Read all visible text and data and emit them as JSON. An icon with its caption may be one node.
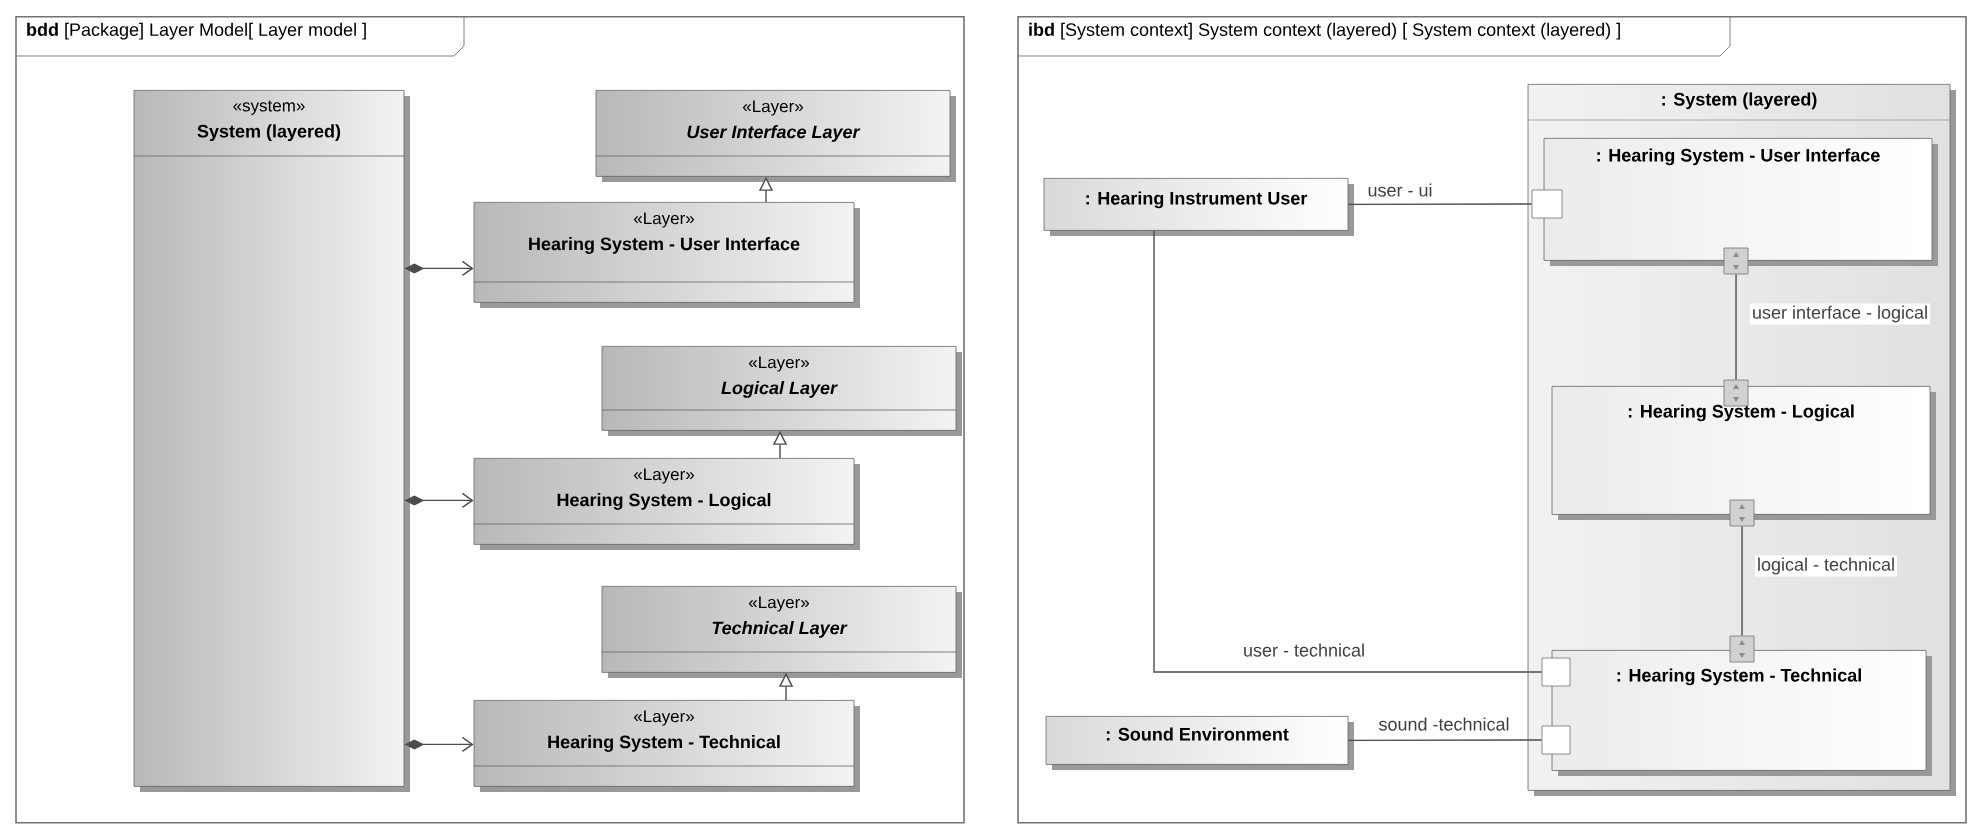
{
  "diagram": {
    "nodes": [
      {
        "text": [
          "**bdd** [Package] Layer Model[ Layer model ]"
        ]
      },
      {
        "text": [
          "«system»",
          "System (layered)"
        ],
        "in": 0
      },
      {
        "text": [
          "«Layer»",
          "User Interface Layer"
        ],
        "in": 0
      },
      {
        "text": [
          "«Layer»",
          "Hearing System - User Interface"
        ],
        "in": 0
      },
      {
        "text": [
          "«Layer»",
          "Logical Layer"
        ],
        "in": 0
      },
      {
        "text": [
          "«Layer»",
          "Hearing System - Logical"
        ],
        "in": 0
      },
      {
        "text": [
          "«Layer»",
          "Technical Layer"
        ],
        "in": 0
      },
      {
        "text": [
          "«Layer»",
          "Hearing System - Technical"
        ],
        "in": 0
      },
      {
        "text": [
          "**ibd** [System context] System context (layered) [ System context (layered) ]"
        ]
      },
      {
        "text": [
          ": Hearing Instrument User"
        ],
        "in": 8
      },
      {
        "text": [
          ": System (layered)"
        ],
        "in": 8
      },
      {
        "text": [
          ": Hearing System - User Interface"
        ],
        "in": 10
      },
      {
        "text": [
          ": Hearing System - Logical"
        ],
        "in": 10
      },
      {
        "text": [
          ": Hearing System - Technical"
        ],
        "in": 10
      },
      {
        "text": [
          ": Sound Environment"
        ],
        "in": 8
      },
      {
        "text": [],
        "shape": "box",
        "in": 10
      },
      {
        "text": [],
        "shape": "box",
        "in": 10
      },
      {
        "text": [],
        "shape": "box",
        "in": 10
      },
      {
        "text": [],
        "shape": "box",
        "in": 10
      },
      {
        "text": [],
        "shape": "box",
        "in": 10
      },
      {
        "text": [],
        "shape": "box",
        "in": 10
      },
      {
        "text": [],
        "shape": "box",
        "in": 10
      }
    ],
    "edges": [
      {
        "from": 1,
        "to": 3,
        "arrow": "to"
      },
      {
        "from": 3,
        "to": 2,
        "arrow": "to"
      },
      {
        "from": 1,
        "to": 5,
        "arrow": "to"
      },
      {
        "from": 5,
        "to": 4,
        "arrow": "to"
      },
      {
        "from": 1,
        "to": 7,
        "arrow": "to"
      },
      {
        "from": 7,
        "to": 6,
        "arrow": "to"
      },
      {
        "from": 9,
        "to": 15,
        "arrow": "none",
        "label": "user - ui"
      },
      {
        "from": 16,
        "to": 17,
        "arrow": "none",
        "label": "user interface - logical"
      },
      {
        "from": 18,
        "to": 19,
        "arrow": "none",
        "label": "logical - technical"
      },
      {
        "from": 9,
        "to": 20,
        "arrow": "none",
        "label": "user - technical"
      },
      {
        "from": 14,
        "to": 21,
        "arrow": "none",
        "label": "sound -technical"
      }
    ]
  }
}
